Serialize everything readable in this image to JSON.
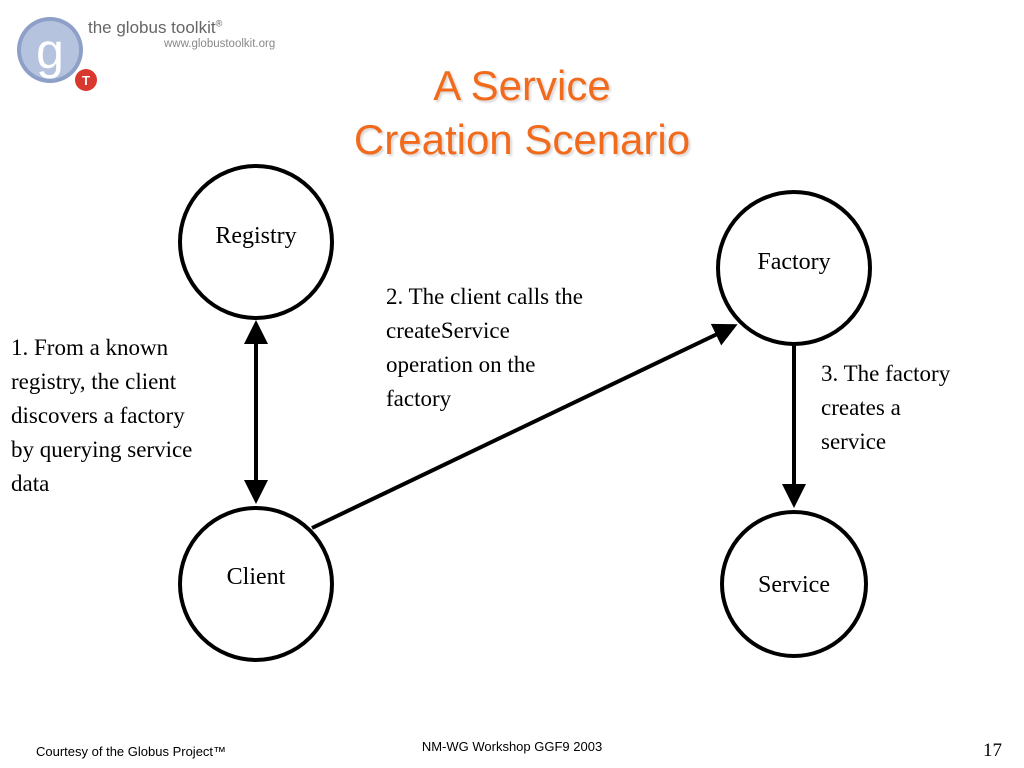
{
  "logo": {
    "title": "the globus toolkit",
    "mark": "®",
    "url": "www.globustoolkit.org",
    "letter": "g",
    "badge": "T"
  },
  "title": {
    "line1": "A Service",
    "line2": "Creation Scenario"
  },
  "nodes": {
    "registry": "Registry",
    "factory": "Factory",
    "client": "Client",
    "service": "Service"
  },
  "notes": {
    "step1": [
      "1. From a known",
      "registry, the client",
      "discovers a factory",
      "by querying service",
      "data"
    ],
    "step2": [
      "2. The client calls the",
      "createService",
      "operation on the",
      "factory"
    ],
    "step3": [
      "3. The factory",
      "creates a",
      "service"
    ]
  },
  "footer": {
    "left": "Courtesy of the Globus Project™",
    "center": "NM-WG Workshop  GGF9 2003",
    "page": "17"
  },
  "colors": {
    "title": "#f26b1d",
    "logo_g": "#8ea0c8",
    "logo_badge": "#d8382e"
  }
}
